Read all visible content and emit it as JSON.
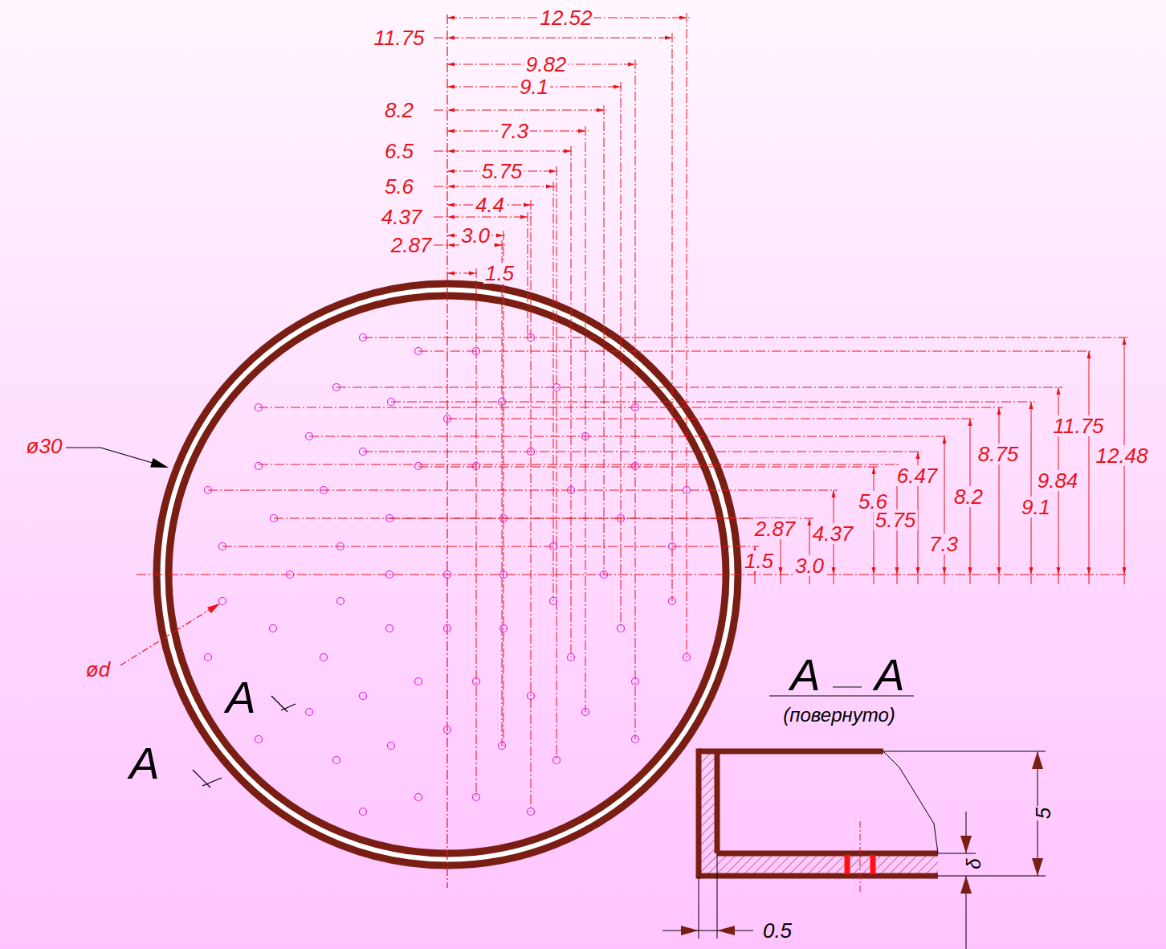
{
  "diagram": {
    "labels": [
      "12.52",
      "11.75",
      "9.82",
      "9.1",
      "8.2",
      "7.3",
      "6.5",
      "5.75",
      "5.6",
      "4.4",
      "4.37",
      "3.0",
      "2.87",
      "1.5",
      "11.75",
      "12.48",
      "8.75",
      "9.84",
      "9.1",
      "6.47",
      "8.2",
      "5.6",
      "5.75",
      "7.3",
      "2.87",
      "4.37",
      "1.5",
      "3.0",
      "ø30",
      "ød",
      "A",
      "A",
      "A",
      "A",
      "(повернуто)",
      "5",
      "δ",
      "0.5"
    ]
  }
}
